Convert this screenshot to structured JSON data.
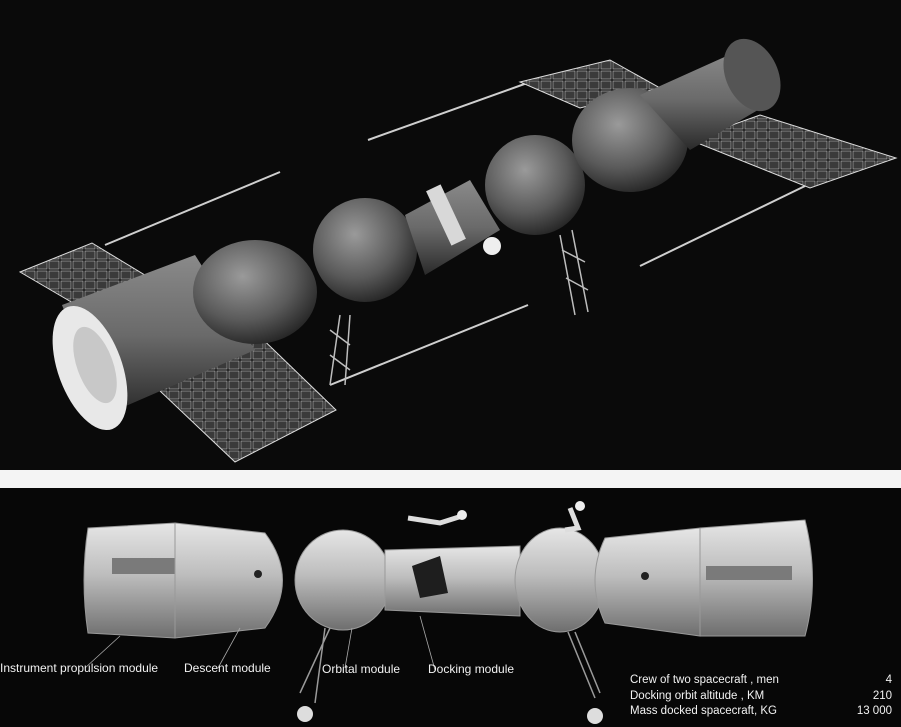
{
  "top_photo": {
    "subject": "docked-spacecraft-render"
  },
  "bottom_diagram": {
    "labels": {
      "instrument_propulsion": "Instrument propulsion module",
      "descent": "Descent module",
      "orbital": "Orbital module",
      "docking": "Docking module"
    },
    "specs": [
      {
        "label": "Crew of two spacecraft , men",
        "value": "4"
      },
      {
        "label": "Docking orbit altitude , KM",
        "value": "210"
      },
      {
        "label": "Mass docked spacecraft, KG",
        "value": "13 000"
      }
    ]
  }
}
